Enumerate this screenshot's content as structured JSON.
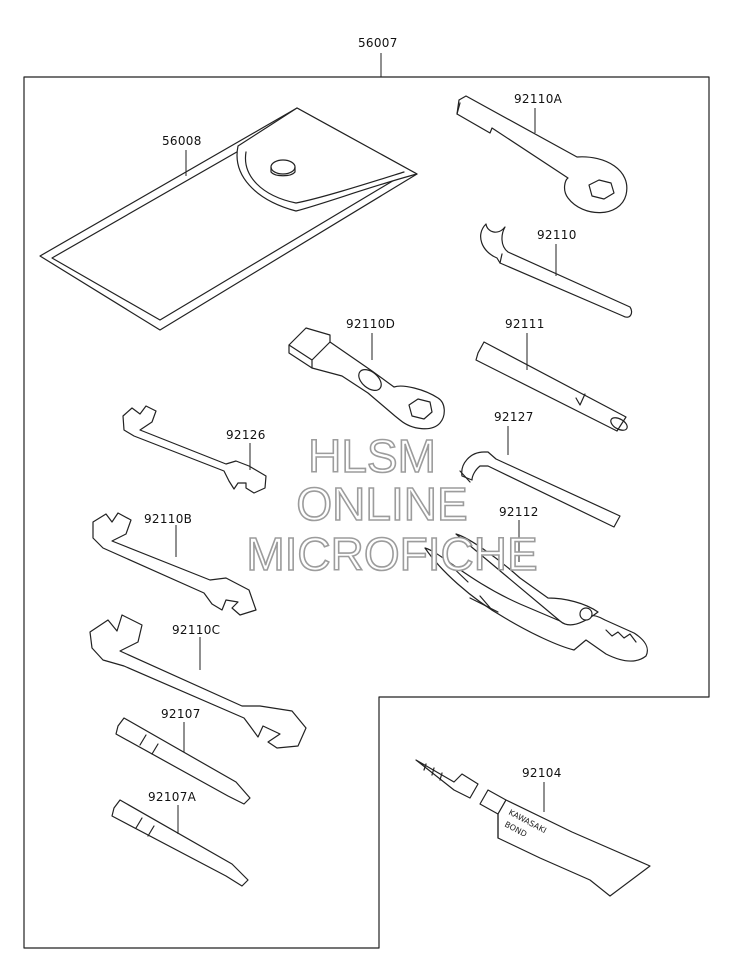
{
  "assembly": {
    "part_number": "56007"
  },
  "parts": [
    {
      "id": "bag",
      "part_number": "56008"
    },
    {
      "id": "ring-wrench",
      "part_number": "92110A"
    },
    {
      "id": "hook-wrench",
      "part_number": "92110"
    },
    {
      "id": "box-wrench",
      "part_number": "92110D"
    },
    {
      "id": "bar",
      "part_number": "92111"
    },
    {
      "id": "wrench-small",
      "part_number": "92126"
    },
    {
      "id": "hex-wrench",
      "part_number": "92127"
    },
    {
      "id": "wrench-medium",
      "part_number": "92110B"
    },
    {
      "id": "pliers",
      "part_number": "92112"
    },
    {
      "id": "wrench-large",
      "part_number": "92110C"
    },
    {
      "id": "screwdriver-a",
      "part_number": "92107"
    },
    {
      "id": "screwdriver-b",
      "part_number": "92107A"
    },
    {
      "id": "bond-tube",
      "part_number": "92104"
    }
  ],
  "tube_print": {
    "line1": "KAWASAKI",
    "line2": "BOND"
  },
  "watermark": {
    "line1": "HLSM",
    "line2": "ONLINE",
    "line3": "MICROFICHE"
  }
}
